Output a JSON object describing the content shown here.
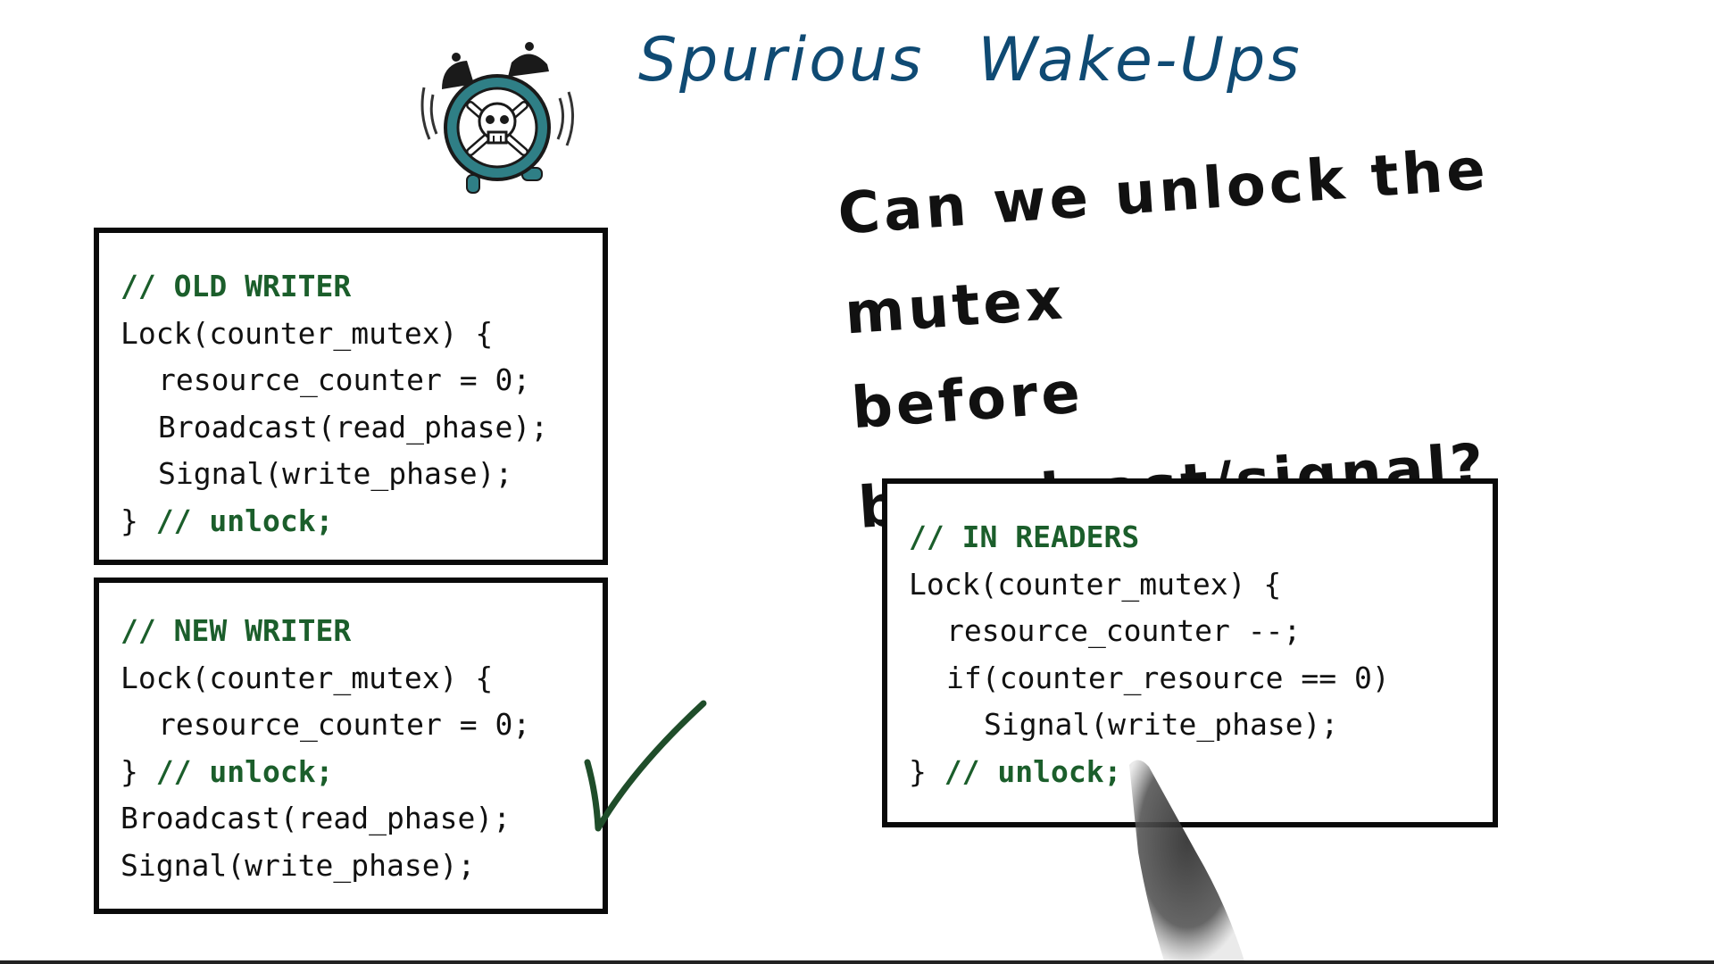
{
  "title": {
    "word1": "Spurious",
    "word2": "Wake-Ups"
  },
  "question": {
    "line1": "Can we unlock the mutex",
    "line2": "before broadcast/signal?"
  },
  "old_writer": {
    "comment": "// OLD WRITER",
    "l1": "Lock(counter_mutex) {",
    "l2": "resource_counter = 0;",
    "l3": "Broadcast(read_phase);",
    "l4": "Signal(write_phase);",
    "l5_brace": "} ",
    "l5_comment": "// unlock;"
  },
  "new_writer": {
    "comment": "// NEW WRITER",
    "l1": "Lock(counter_mutex) {",
    "l2": "resource_counter = 0;",
    "l3_brace": "} ",
    "l3_comment": "// unlock;",
    "l4": "Broadcast(read_phase);",
    "l5": "Signal(write_phase);"
  },
  "readers": {
    "comment": "// IN READERS",
    "l1": "Lock(counter_mutex) {",
    "l2": "resource_counter --;",
    "l3": "if(counter_resource == 0)",
    "l4": "Signal(write_phase);",
    "l5_brace": "} ",
    "l5_comment": "// unlock;"
  },
  "icons": {
    "alarm_clock": "alarm-clock-skull-icon",
    "checkmark": "checkmark-icon",
    "pen": "pen-hand-icon"
  },
  "colors": {
    "title": "#0f4a73",
    "comment": "#1b5e2b",
    "checkmark": "#1f4d2a",
    "clock_teal": "#2f7f86"
  }
}
